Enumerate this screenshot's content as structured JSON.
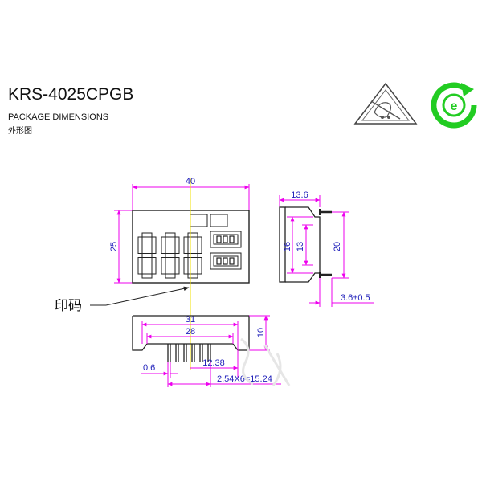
{
  "header": {
    "title": "KRS-4025CPGB",
    "subtitle": "PACKAGE DIMENSIONS",
    "subtitle_cn": "外形图"
  },
  "icons": {
    "esd": "esd-warning-icon",
    "rohs": "eco-recycle-icon",
    "rohs_letter": "e",
    "rohs_color": "#22cc22"
  },
  "front_view": {
    "width_label": "40",
    "height_label": "25"
  },
  "side_view": {
    "depth_label": "13.6",
    "inner_label_a": "16",
    "inner_label_b": "13",
    "height_label": "20",
    "pin_label": "3.6±0.5"
  },
  "bottom_view": {
    "outer_label": "31",
    "inner_label": "28",
    "height_label": "10",
    "pin_width_label": "0.6",
    "offset_label": "12.38",
    "pitch_label": "2.54X6=15.24"
  },
  "marking": {
    "label": "印码"
  },
  "colors": {
    "dimension_line": "#ee00ee",
    "dimension_text": "#2222bb",
    "center_line": "#f0e000"
  }
}
